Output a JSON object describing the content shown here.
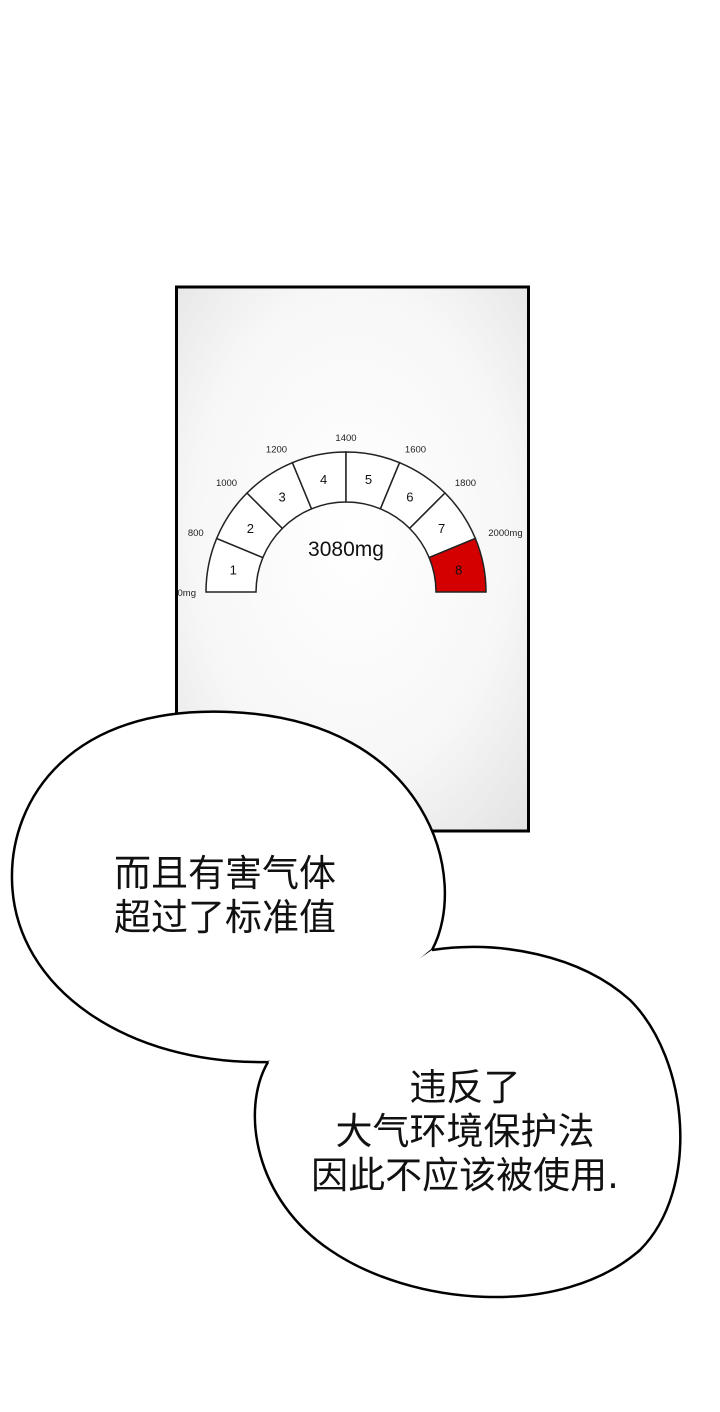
{
  "gauge": {
    "reading": "3080mg",
    "segments": [
      "1",
      "2",
      "3",
      "4",
      "5",
      "6",
      "7",
      "8"
    ],
    "tick_labels": [
      "0mg",
      "800",
      "1000",
      "1200",
      "1400",
      "1600",
      "1800",
      "2000mg"
    ],
    "active_segment": 8,
    "active_color": "#d40000"
  },
  "bubbles": [
    {
      "lines": [
        "而且有害气体",
        "超过了标准值"
      ]
    },
    {
      "lines": [
        "违反了",
        "大气环境保护法",
        "因此不应该被使用."
      ]
    }
  ]
}
